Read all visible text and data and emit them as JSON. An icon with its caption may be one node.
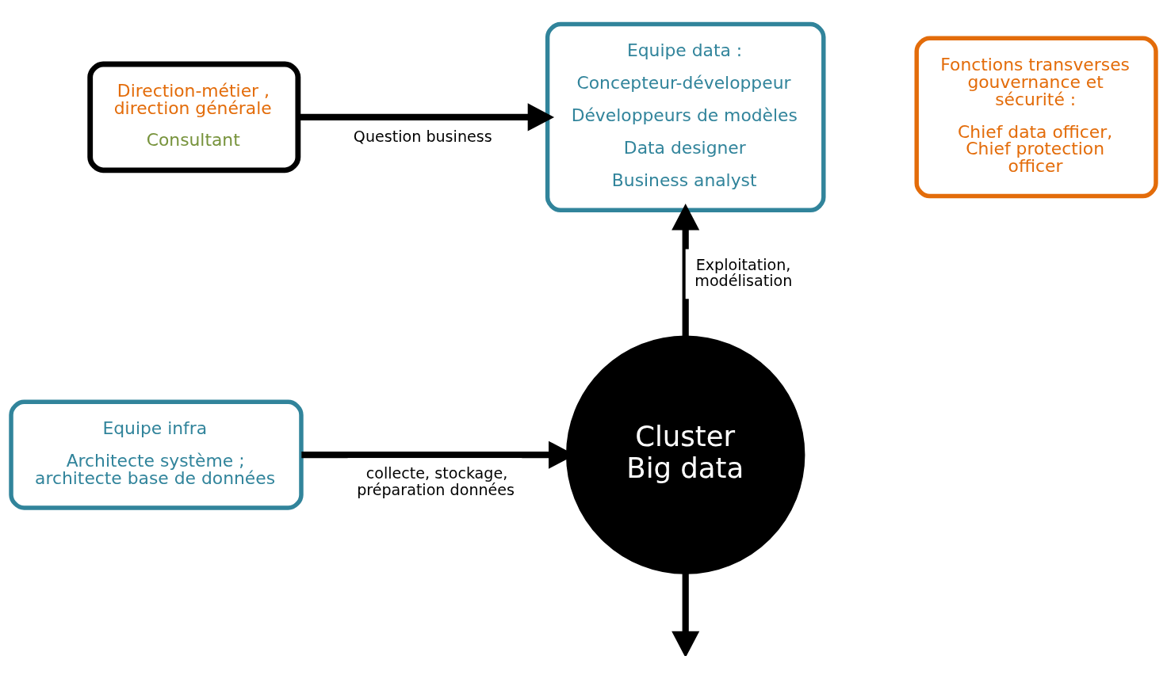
{
  "diagram": {
    "nodes": [
      {
        "text": [
          "Direction-métier , direction générale",
          "Consultant"
        ]
      },
      {
        "text": [
          "Equipe data :",
          "Concepteur-développeur",
          "Développeurs de modèles",
          "Data designer",
          "Business analyst"
        ]
      },
      {
        "text": [
          "Fonctions transverses gouvernance et sécurité :",
          "Chief data officer, Chief protection officer"
        ]
      },
      {
        "text": [
          "Equipe infra",
          "Architecte système ; architecte base de données"
        ]
      },
      {
        "text": [
          "Cluster Big data"
        ]
      }
    ],
    "edges": [
      {
        "from": 0,
        "to": 1,
        "arrow": "to",
        "label": "Question business"
      },
      {
        "from": 3,
        "to": 4,
        "arrow": "to",
        "label": "collecte, stockage, préparation données"
      },
      {
        "from": 4,
        "to": 1,
        "arrow": "to",
        "label": "Exploitation, modélisation"
      },
      {
        "from": 4,
        "to": null,
        "arrow": "to"
      }
    ]
  }
}
